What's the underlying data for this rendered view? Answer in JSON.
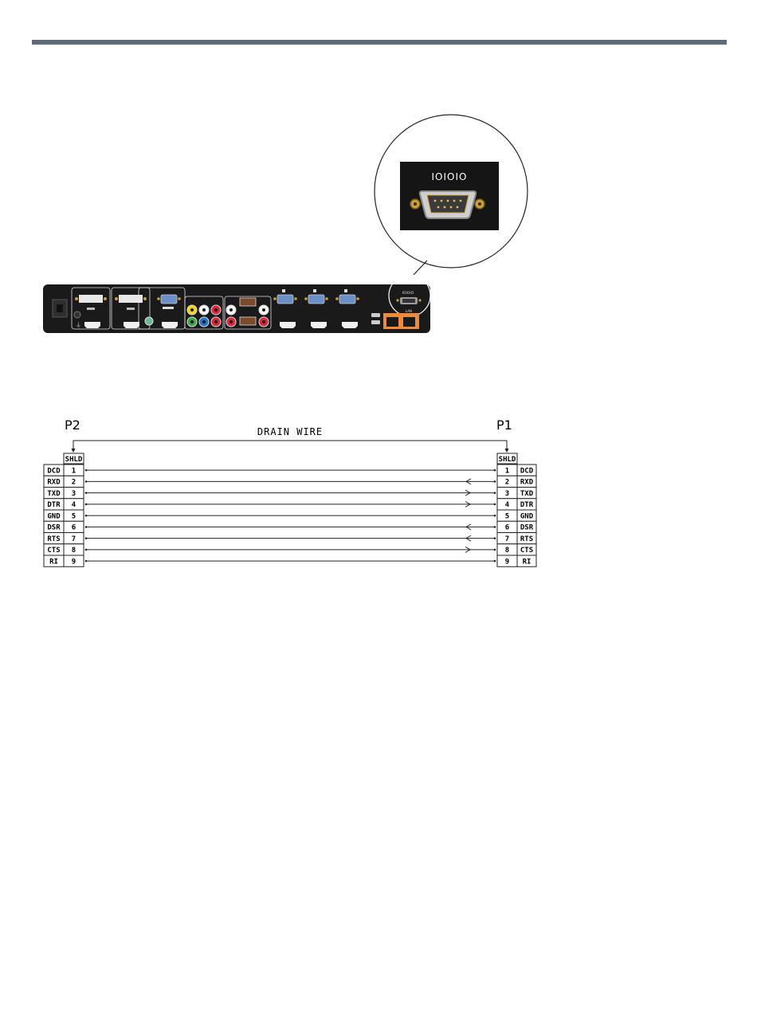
{
  "colors": {
    "rule": "#5f6b7a",
    "panel": "#1a1a1a",
    "lan_orange": "#f08a3a",
    "port_blue": "#6b8fc9",
    "gold": "#c9a040",
    "yellow": "#f2d21a",
    "red": "#d8283a",
    "green": "#3aa84a",
    "blue": "#2a6fc8",
    "teal": "#6ab894",
    "brown": "#7a4a2a"
  },
  "zoom_callout": {
    "serial_symbol": "IOIOIO",
    "icon": "db9-serial-port-icon"
  },
  "rear_panel": {
    "serial_symbol": "IOIOIO",
    "lan_label": "LAN"
  },
  "wiring": {
    "left_connector": "P2",
    "right_connector": "P1",
    "drain_label": "DRAIN WIRE",
    "shield_label": "SHLD",
    "pins": [
      {
        "num": "1",
        "signal": "DCD",
        "dir": "none"
      },
      {
        "num": "2",
        "signal": "RXD",
        "dir": "left"
      },
      {
        "num": "3",
        "signal": "TXD",
        "dir": "right"
      },
      {
        "num": "4",
        "signal": "DTR",
        "dir": "right"
      },
      {
        "num": "5",
        "signal": "GND",
        "dir": "none"
      },
      {
        "num": "6",
        "signal": "DSR",
        "dir": "left"
      },
      {
        "num": "7",
        "signal": "RTS",
        "dir": "left"
      },
      {
        "num": "8",
        "signal": "CTS",
        "dir": "right"
      },
      {
        "num": "9",
        "signal": "RI",
        "dir": "none"
      }
    ]
  }
}
